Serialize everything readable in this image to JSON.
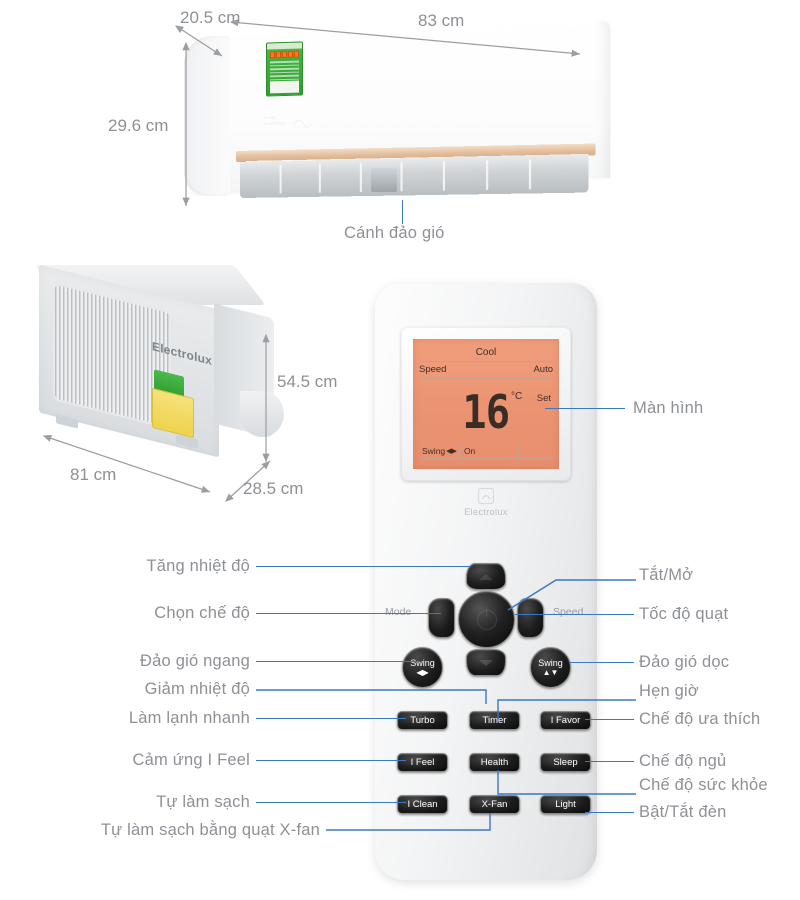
{
  "page": {
    "title": "Electrolux air conditioner dimensions and remote control diagram",
    "background": "#ffffff",
    "leader_color": "#3b78c3",
    "label_color": "#8d9095"
  },
  "indoor_unit": {
    "dimensions": {
      "depth": "20.5 cm",
      "width": "83 cm",
      "height": "29.6 cm"
    },
    "callout": "Cánh đảo gió",
    "energy_label": {
      "stars": 5,
      "color": "#3fae3f"
    },
    "brand": "Electrolux"
  },
  "outdoor_unit": {
    "dimensions": {
      "height": "54.5 cm",
      "width": "81 cm",
      "depth": "28.5 cm"
    },
    "brand": "Electrolux"
  },
  "remote": {
    "brand": "Electrolux",
    "screen_callout": "Màn hình",
    "display": {
      "mode": "Cool",
      "speed_label": "Speed",
      "speed_value": "Auto",
      "temperature": "16",
      "unit": "°C",
      "set_label": "Set",
      "swing_label": "Swing",
      "swing_value": "On"
    },
    "printed_labels": {
      "mode": "Mode",
      "speed": "Speed"
    },
    "buttons": {
      "up": "",
      "down": "",
      "left": "",
      "right": "",
      "power": "",
      "swing_horizontal": "Swing",
      "swing_vertical": "Swing",
      "turbo": "Turbo",
      "timer": "Timer",
      "i_favor": "I Favor",
      "i_feel": "I Feel",
      "health": "Health",
      "sleep": "Sleep",
      "i_clean": "I Clean",
      "x_fan": "X-Fan",
      "light": "Light"
    },
    "annotations_left": [
      {
        "text": "Tăng nhiệt độ"
      },
      {
        "text": "Chọn chế độ"
      },
      {
        "text": "Đảo gió ngang"
      },
      {
        "text": "Giảm nhiệt độ"
      },
      {
        "text": "Làm lạnh nhanh"
      },
      {
        "text": "Cảm ứng I Feel"
      },
      {
        "text": "Tự làm sạch"
      },
      {
        "text": "Tự làm sạch bằng quạt X-fan"
      }
    ],
    "annotations_right": [
      {
        "text": "Tắt/Mở"
      },
      {
        "text": "Tốc độ quạt"
      },
      {
        "text": "Đảo gió dọc"
      },
      {
        "text": "Hẹn giờ"
      },
      {
        "text": "Chế độ ưa thích"
      },
      {
        "text": "Chế độ ngủ"
      },
      {
        "text": "Chế độ sức khỏe"
      },
      {
        "text": "Bật/Tắt đèn"
      }
    ]
  }
}
